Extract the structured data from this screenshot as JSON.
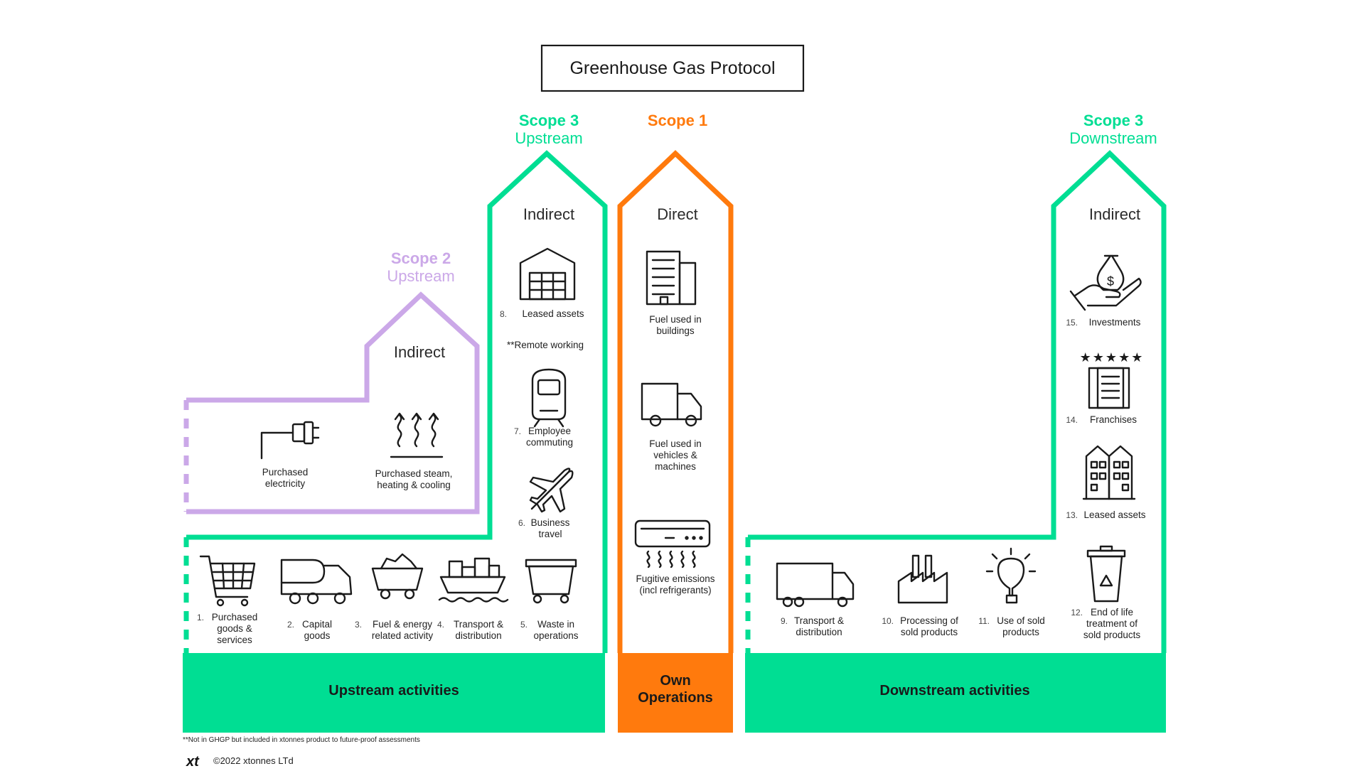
{
  "title": "Greenhouse Gas Protocol",
  "colors": {
    "green": "#00DE93",
    "orange": "#FF7A0D",
    "lilac": "#CBA8E8",
    "text": "#1A1A1A"
  },
  "scope2": {
    "title": "Scope 2",
    "subtitle": "Upstream",
    "heading": "Indirect"
  },
  "scope3_up": {
    "title": "Scope 3",
    "subtitle": "Upstream",
    "heading": "Indirect"
  },
  "scope1": {
    "title": "Scope 1",
    "heading": "Direct"
  },
  "scope3_down": {
    "title": "Scope 3",
    "subtitle": "Downstream",
    "heading": "Indirect"
  },
  "scope2_items": [
    {
      "icon": "plug-icon",
      "lines": [
        "Purchased",
        "electricity"
      ]
    },
    {
      "icon": "heat-icon",
      "lines": [
        "Purchased steam,",
        "heating & cooling"
      ]
    }
  ],
  "scope3_up_column": [
    {
      "num": "8.",
      "icon": "warehouse-icon",
      "lines": [
        "Leased assets"
      ]
    },
    {
      "num": "",
      "icon": "",
      "lines": [
        "**Remote working"
      ]
    },
    {
      "num": "7.",
      "icon": "train-icon",
      "lines": [
        "Employee",
        "commuting"
      ]
    },
    {
      "num": "6.",
      "icon": "airplane-icon",
      "lines": [
        "Business",
        "travel"
      ]
    }
  ],
  "upstream_row": [
    {
      "num": "1.",
      "icon": "shopping-cart-icon",
      "lines": [
        "Purchased",
        "goods &",
        "services"
      ]
    },
    {
      "num": "2.",
      "icon": "cement-truck-icon",
      "lines": [
        "Capital",
        "goods"
      ]
    },
    {
      "num": "3.",
      "icon": "coal-cart-icon",
      "lines": [
        "Fuel & energy",
        "related activity"
      ]
    },
    {
      "num": "4.",
      "icon": "cargo-ship-icon",
      "lines": [
        "Transport &",
        "distribution"
      ]
    },
    {
      "num": "5.",
      "icon": "dumpster-icon",
      "lines": [
        "Waste in",
        "operations"
      ]
    }
  ],
  "scope1_items": [
    {
      "icon": "office-building-icon",
      "lines": [
        "Fuel used in",
        "buildings"
      ]
    },
    {
      "icon": "truck-icon",
      "lines": [
        "Fuel used in",
        "vehicles &",
        "machines"
      ]
    },
    {
      "icon": "air-conditioner-icon",
      "lines": [
        "Fugitive emissions",
        "(incl refrigerants)"
      ]
    }
  ],
  "scope3_down_column": [
    {
      "num": "15.",
      "icon": "investment-icon",
      "lines": [
        "Investments"
      ]
    },
    {
      "num": "14.",
      "icon": "hotel-icon",
      "lines": [
        "Franchises"
      ]
    },
    {
      "num": "13.",
      "icon": "apartment-icon",
      "lines": [
        "Leased assets"
      ]
    }
  ],
  "downstream_row": [
    {
      "num": "9.",
      "icon": "delivery-truck-icon",
      "lines": [
        "Transport &",
        "distribution"
      ]
    },
    {
      "num": "10.",
      "icon": "factory-icon",
      "lines": [
        "Processing of",
        "sold products"
      ]
    },
    {
      "num": "11.",
      "icon": "lightbulb-icon",
      "lines": [
        "Use of sold",
        "products"
      ]
    },
    {
      "num": "12.",
      "icon": "recycle-bin-icon",
      "lines": [
        "End of life",
        "treatment of",
        "sold products"
      ]
    }
  ],
  "bands": {
    "upstream": "Upstream activities",
    "own": [
      "Own",
      "Operations"
    ],
    "downstream": "Downstream activities"
  },
  "footnote": "**Not in GHGP but included in xtonnes product to future-proof assessments",
  "logo_text": "xt",
  "copyright": "©2022 xtonnes LTd"
}
